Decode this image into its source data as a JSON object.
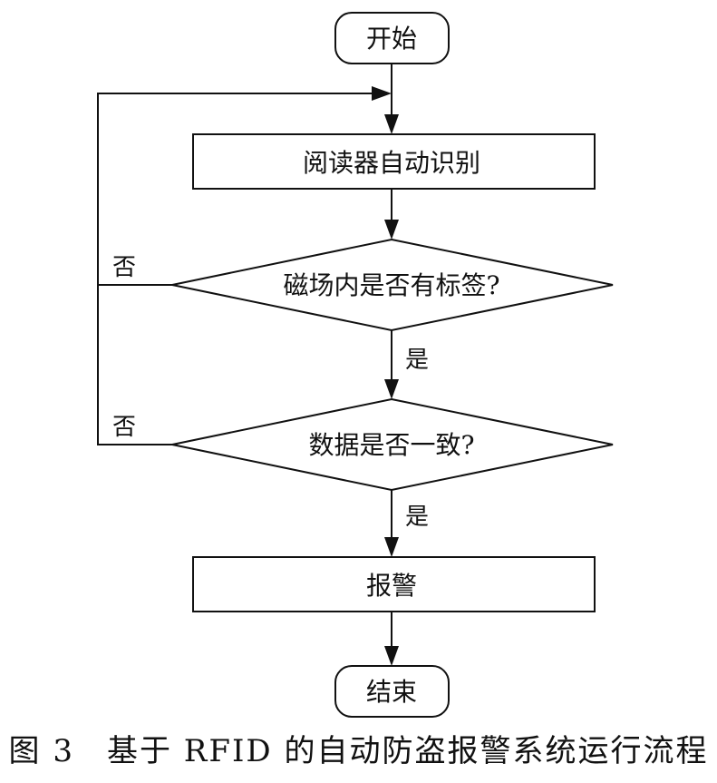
{
  "nodes": {
    "start": "开始",
    "reader": "阅读器自动识别",
    "decision_tag": "磁场内是否有标签?",
    "decision_data": "数据是否一致?",
    "alarm": "报警",
    "end": "结束"
  },
  "edges": {
    "tag_yes": "是",
    "tag_no": "否",
    "data_yes": "是",
    "data_no": "否"
  },
  "caption": "图 3　基于 RFID 的自动防盗报警系统运行流程"
}
